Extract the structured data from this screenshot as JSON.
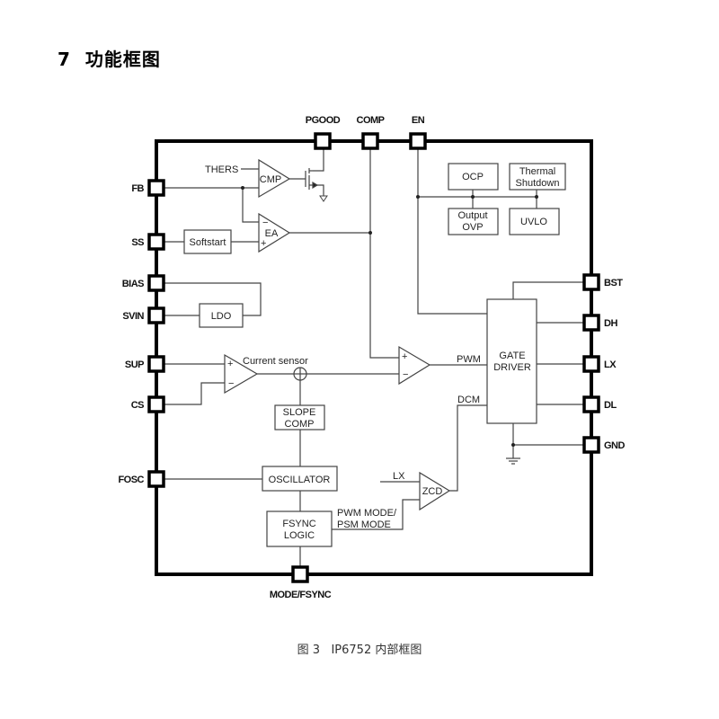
{
  "section": {
    "number": "7",
    "title": "功能框图"
  },
  "caption": {
    "figure": "图 3",
    "text": "IP6752 内部框图"
  },
  "pins": {
    "top": [
      "PGOOD",
      "COMP",
      "EN"
    ],
    "left": [
      "FB",
      "SS",
      "BIAS",
      "SVIN",
      "SUP",
      "CS",
      "FOSC"
    ],
    "right": [
      "BST",
      "DH",
      "LX",
      "DL",
      "GND"
    ],
    "bottom": [
      "MODE/FSYNC"
    ]
  },
  "blocks": {
    "softstart": "Softstart",
    "ldo": "LDO",
    "ocp": "OCP",
    "thermal": [
      "Thermal",
      "Shutdown"
    ],
    "ovp": [
      "Output",
      "OVP"
    ],
    "uvlo": "UVLO",
    "gate_driver": [
      "GATE",
      "DRIVER"
    ],
    "slope_comp": [
      "SLOPE",
      "COMP"
    ],
    "oscillator": "OSCILLATOR",
    "fsync_logic": [
      "FSYNC",
      "LOGIC"
    ]
  },
  "amplifiers": {
    "cmp": "CMP",
    "ea": "EA",
    "zcd": "ZCD",
    "plus": "+",
    "minus": "−"
  },
  "signals": {
    "thers": "THERS",
    "current_sensor": "Current sensor",
    "pwm": "PWM",
    "dcm": "DCM",
    "lx": "LX",
    "mode": [
      "PWM MODE/",
      "PSM MODE"
    ]
  }
}
